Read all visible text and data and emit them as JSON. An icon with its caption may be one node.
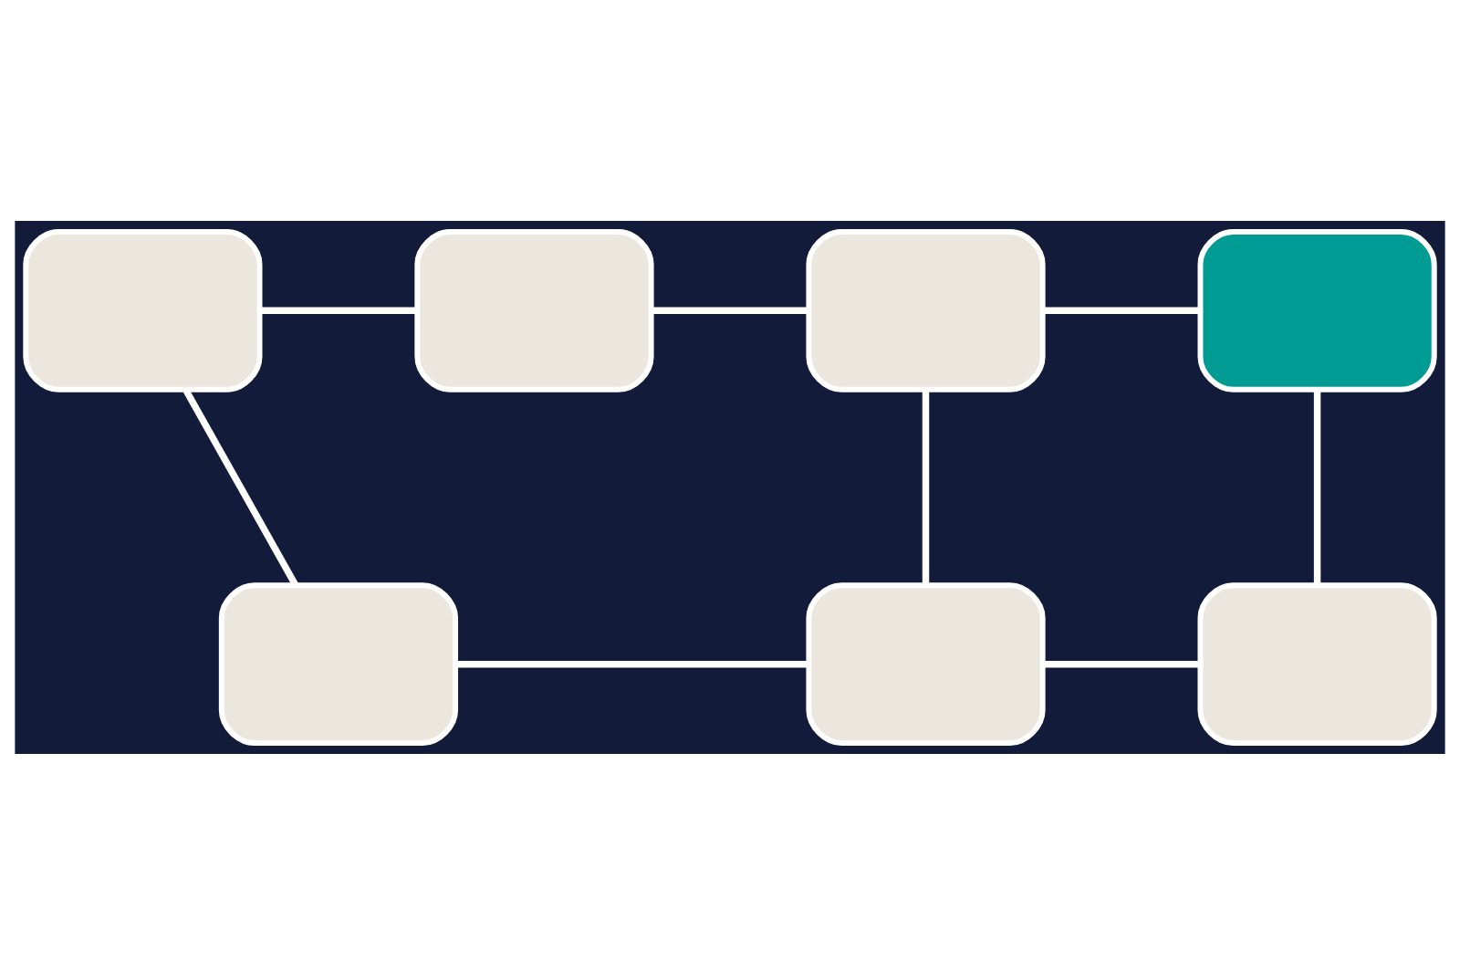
{
  "diagram": {
    "nodes": [
      {
        "text": [],
        "shape": "box"
      },
      {
        "text": [],
        "shape": "box"
      },
      {
        "text": [],
        "shape": "box"
      },
      {
        "text": [],
        "shape": "box"
      },
      {
        "text": [],
        "shape": "box"
      },
      {
        "text": [],
        "shape": "box"
      },
      {
        "text": [],
        "shape": "box"
      }
    ],
    "edges": [
      {
        "from": 0,
        "to": 1,
        "arrow": "none"
      },
      {
        "from": 1,
        "to": 2,
        "arrow": "none"
      },
      {
        "from": 2,
        "to": 3,
        "arrow": "none"
      },
      {
        "from": 0,
        "to": 4,
        "arrow": "none"
      },
      {
        "from": 4,
        "to": 5,
        "arrow": "none"
      },
      {
        "from": 5,
        "to": 2,
        "arrow": "none"
      },
      {
        "from": 5,
        "to": 6,
        "arrow": "none"
      },
      {
        "from": 6,
        "to": 3,
        "arrow": "none"
      }
    ]
  }
}
